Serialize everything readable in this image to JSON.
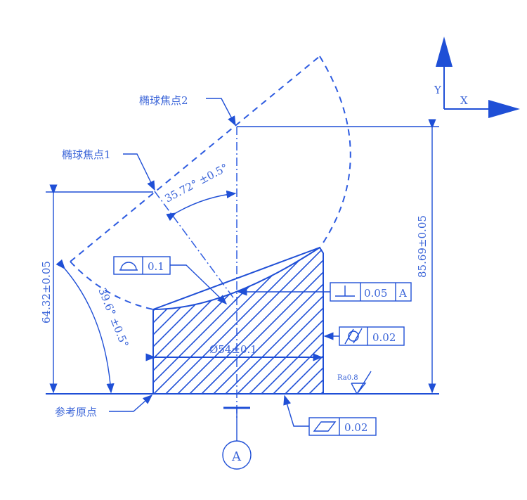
{
  "labels": {
    "focus2": "椭球焦点2",
    "focus1": "椭球焦点1",
    "origin": "参考原点",
    "axis_y": "Y",
    "axis_x": "X",
    "datum": "A"
  },
  "dimensions": {
    "angle1": "35.72° ±0.5°",
    "angle2": "39.6° ±0.5°",
    "height_left": "64.32±0.05",
    "height_right": "85.69±0.05",
    "diameter": "Ø54±0.1",
    "roughness": "Ra0.8"
  },
  "tolerances": {
    "profile": {
      "value": "0.1"
    },
    "perpendicularity": {
      "value": "0.05",
      "datum": "A"
    },
    "cylindricity": {
      "value": "0.02"
    },
    "flatness": {
      "value": "0.02"
    }
  },
  "colors": {
    "line": "#1f4fd6",
    "text": "#3a64d8"
  }
}
